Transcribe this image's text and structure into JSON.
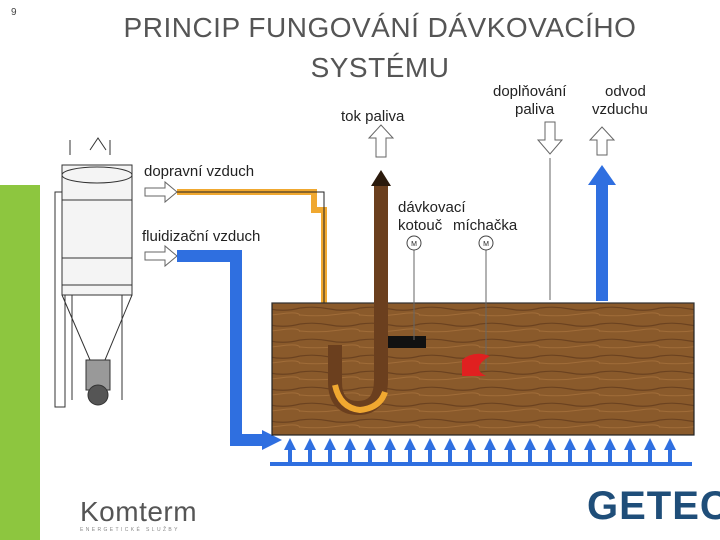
{
  "slide": {
    "number": "9",
    "title": "PRINCIP FUNGOVÁNÍ DÁVKOVACÍHO SYSTÉMU"
  },
  "labels": {
    "dopravni_vzduch": "dopravní vzduch",
    "fluidizacni_vzduch": "fluidizační vzduch",
    "tok_paliva": "tok paliva",
    "doplnovani_line1": "doplňování",
    "doplnovani_line2": "paliva",
    "odvod_line1": "odvod",
    "odvod_line2": "vzduchu",
    "davkovaci_line1": "dávkovací",
    "davkovaci_line2": "kotouč",
    "michacka": "míchačka",
    "motor_a": "M",
    "motor_b": "M"
  },
  "logos": {
    "komterm": "Komterm",
    "komterm_tagline": "ENERGETICKÉ SLUŽBY",
    "getec": "GETEC"
  },
  "colors": {
    "air_blue": "#2f6fe0",
    "fuel_brown": "#6b3f1e",
    "fuel_orange": "#f0a830",
    "bed_wood": "#8a5a2b",
    "accent_green": "#8dc63f",
    "title_gray": "#555555",
    "getec_blue": "#1f4e79",
    "stirrer_red": "#e02020"
  }
}
